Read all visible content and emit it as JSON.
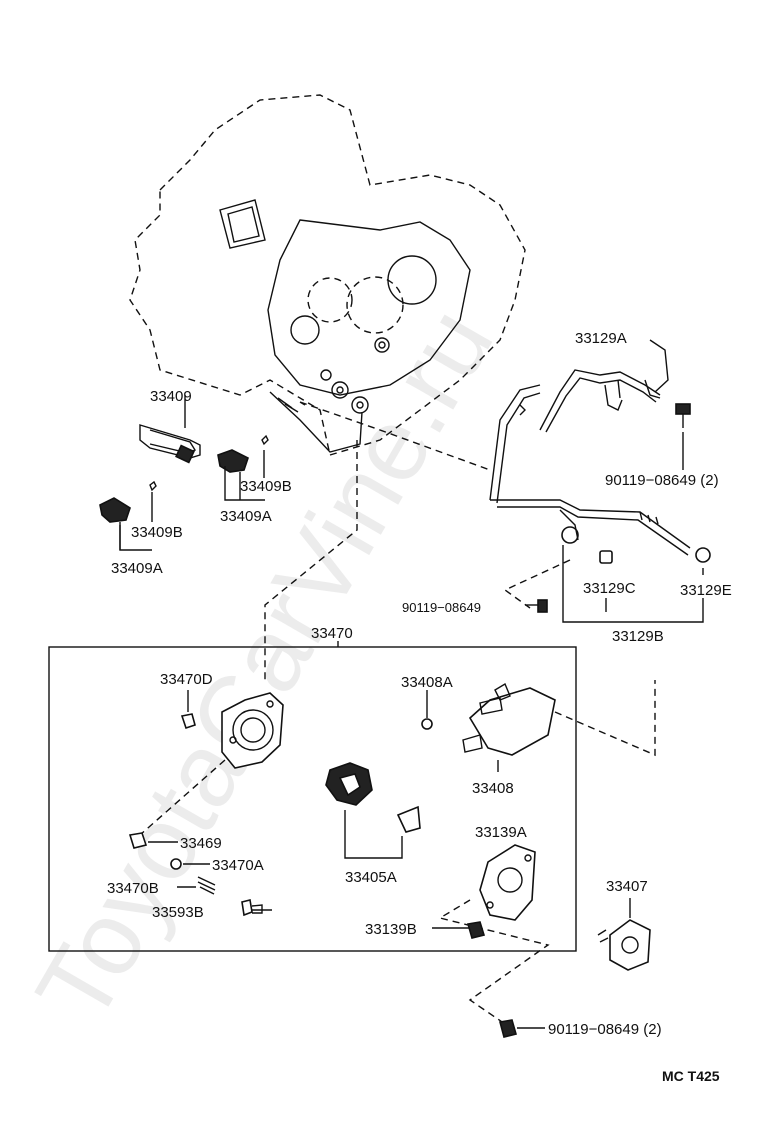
{
  "watermark": "ToyotaCarVine.ru",
  "diagram_code": "MC  T425",
  "labels": {
    "p33129A": "33129A",
    "p90119_top": "90119−08649 (2)",
    "p33409": "33409",
    "p33409B_1": "33409B",
    "p33409A_1": "33409A",
    "p33409B_2": "33409B",
    "p33409A_2": "33409A",
    "p90119_mid": "90119−08649",
    "p33129C": "33129C",
    "p33129E": "33129E",
    "p33129B": "33129B",
    "p33470": "33470",
    "p33470D": "33470D",
    "p33408A": "33408A",
    "p33408": "33408",
    "p33469": "33469",
    "p33470A": "33470A",
    "p33470B": "33470B",
    "p33593B": "33593B",
    "p33405A": "33405A",
    "p33139A": "33139A",
    "p33139B": "33139B",
    "p33407": "33407",
    "p90119_bot": "90119−08649 (2)"
  }
}
